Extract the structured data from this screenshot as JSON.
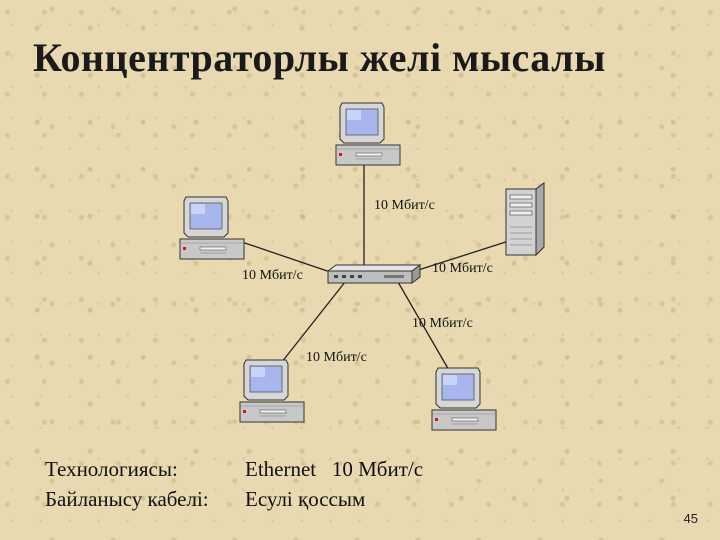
{
  "title": "Концентраторлы желі мысалы",
  "links": [
    {
      "id": "top",
      "speed": "10 Мбит/с"
    },
    {
      "id": "left",
      "speed": "10 Мбит/с"
    },
    {
      "id": "server",
      "speed": "10 Мбит/с"
    },
    {
      "id": "bottom-right",
      "speed": "10 Мбит/с"
    },
    {
      "id": "bottom-left",
      "speed": "10 Мбит/с"
    }
  ],
  "info": {
    "tech_label": "Технологиясы:",
    "tech_value": "Ethernet   10 Мбит/с",
    "cable_label": "Байланысу кабелі:",
    "cable_value": "Есулі қоссым"
  },
  "page_number": "45"
}
